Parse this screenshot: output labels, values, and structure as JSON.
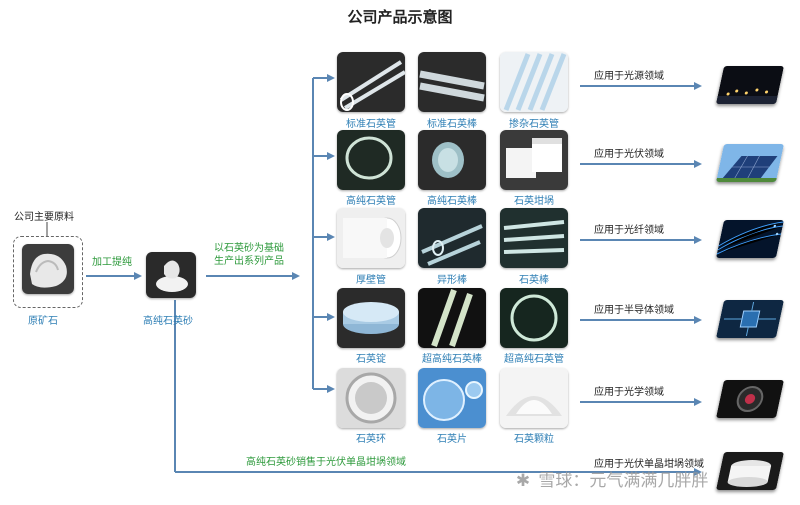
{
  "title": "公司产品示意图",
  "raw_material": {
    "heading": "公司主要原料",
    "name": "原矿石"
  },
  "process_label": "加工提纯",
  "sand_label": "高纯石英砂",
  "base_label_line1": "以石英砂为基础",
  "base_label_line2": "生产出系列产品",
  "bottom_label": "高纯石英砂销售于光伏单晶坩埚领域",
  "product_rows": [
    [
      "标准石英管",
      "标准石英棒",
      "掺杂石英管"
    ],
    [
      "高纯石英管",
      "高纯石英棒",
      "石英坩埚"
    ],
    [
      "厚壁管",
      "异形棒",
      "石英棒"
    ],
    [
      "石英锭",
      "超高纯石英棒",
      "超高纯石英管"
    ],
    [
      "石英环",
      "石英片",
      "石英颗粒"
    ]
  ],
  "applications": [
    "应用于光源领域",
    "应用于光伏领域",
    "应用于光纤领域",
    "应用于半导体领域",
    "应用于光学领域",
    "应用于光伏单晶坩埚领域"
  ],
  "watermark": "雪球：元气满满几胖胖",
  "colors": {
    "arrow": "#5a86b3",
    "caption": "#2f7fb5",
    "green_label": "#2e9a3c"
  }
}
